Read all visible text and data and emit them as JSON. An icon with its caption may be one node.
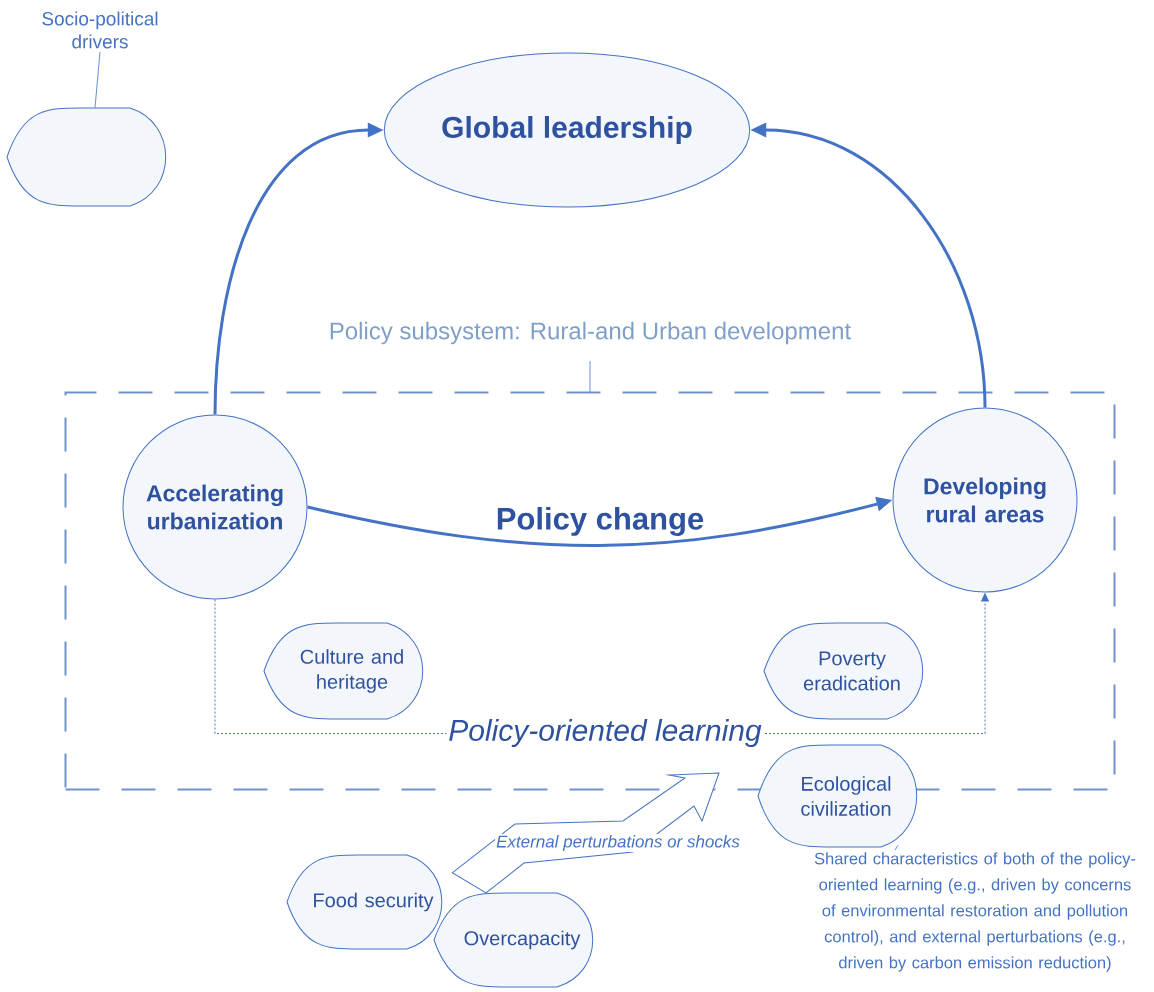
{
  "diagram": {
    "nodes": [
      {
        "text": [
          "Policy subsystem: Rural-and Urban development"
        ]
      },
      {
        "text": [
          "Global leadership"
        ]
      },
      {
        "text": [
          "Accelerating urbanization"
        ],
        "in": 0
      },
      {
        "text": [
          "Developing rural areas"
        ],
        "in": 0
      },
      {
        "text": [
          "Culture and heritage"
        ],
        "in": 0
      },
      {
        "text": [
          "Poverty eradication"
        ],
        "in": 0
      },
      {
        "text": [
          "Ecological civilization"
        ]
      },
      {
        "text": [
          "Food security"
        ]
      },
      {
        "text": [
          "Overcapacity"
        ]
      },
      {
        "text": [
          "Socio-political drivers"
        ]
      },
      {
        "text": [],
        "shape": "leaf"
      },
      {
        "text": [
          "Shared characteristics of both of the policy-oriented learning (e.g., driven by concerns of environmental restoration and pollution control), and external perturbations (e.g., driven by carbon emission reduction)"
        ]
      }
    ],
    "edges": [
      {
        "from": 2,
        "to": 1,
        "arrow": "to",
        "style": "thick"
      },
      {
        "from": 3,
        "to": 1,
        "arrow": "to",
        "style": "thick"
      },
      {
        "from": 2,
        "to": 3,
        "arrow": "to",
        "style": "thick",
        "label": "Policy change"
      },
      {
        "from": 2,
        "to": 3,
        "arrow": "to",
        "style": "dashed",
        "label": "Policy-oriented learning"
      },
      {
        "from": 7,
        "to": null,
        "arrow": "to",
        "label": "External perturbations or shocks"
      },
      {
        "from": 9,
        "to": 10,
        "arrow": "none"
      },
      {
        "from": 11,
        "to": 6,
        "arrow": "none"
      }
    ]
  }
}
